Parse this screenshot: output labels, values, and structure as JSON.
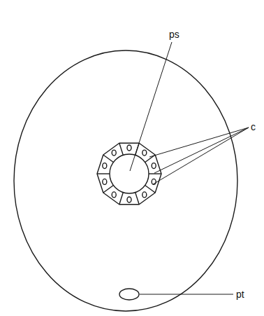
{
  "diagram": {
    "labels": [
      "ps",
      "c",
      "pt"
    ]
  }
}
